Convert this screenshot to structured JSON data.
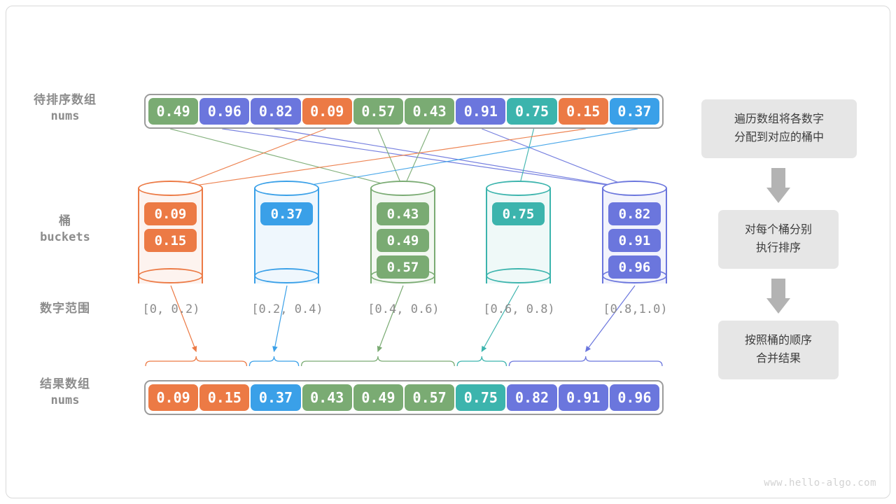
{
  "diagram": {
    "title": "bucket-sort-overview",
    "watermark": "www.hello-algo.com"
  },
  "palette": {
    "orange": "#ec7a45",
    "blue": "#3aa0e8",
    "green": "#7aab73",
    "teal": "#3cb4ad",
    "purple": "#6b76dd",
    "gray_border": "#9b9b9b",
    "label_gray": "#8c8c8c",
    "step_bg": "#e6e6e6",
    "step_text": "#3d3d3d",
    "arrow_gray": "#b3b3b3"
  },
  "labels": {
    "input_cn": "待排序数组",
    "input_mono": "nums",
    "buckets_cn": "桶",
    "buckets_mono": "buckets",
    "range_cn": "数字范围",
    "result_cn": "结果数组",
    "result_mono": "nums"
  },
  "input_array": {
    "values": [
      "0.49",
      "0.96",
      "0.82",
      "0.09",
      "0.57",
      "0.43",
      "0.91",
      "0.75",
      "0.15",
      "0.37"
    ],
    "colors": [
      "green",
      "purple",
      "purple",
      "orange",
      "green",
      "green",
      "purple",
      "teal",
      "orange",
      "blue"
    ]
  },
  "buckets": [
    {
      "range": "[0, 0.2)",
      "color": "orange",
      "values": [
        "0.09",
        "0.15"
      ]
    },
    {
      "range": "[0.2, 0.4)",
      "color": "blue",
      "values": [
        "0.37"
      ]
    },
    {
      "range": "[0.4, 0.6)",
      "color": "green",
      "values": [
        "0.43",
        "0.49",
        "0.57"
      ]
    },
    {
      "range": "[0.6, 0.8)",
      "color": "teal",
      "values": [
        "0.75"
      ]
    },
    {
      "range": "[0.8,1.0)",
      "color": "purple",
      "values": [
        "0.82",
        "0.91",
        "0.96"
      ]
    }
  ],
  "result_array": {
    "values": [
      "0.09",
      "0.15",
      "0.37",
      "0.43",
      "0.49",
      "0.57",
      "0.75",
      "0.82",
      "0.91",
      "0.96"
    ],
    "colors": [
      "orange",
      "orange",
      "blue",
      "green",
      "green",
      "green",
      "teal",
      "purple",
      "purple",
      "purple"
    ]
  },
  "steps": [
    {
      "line1": "遍历数组将各数字",
      "line2": "分配到对应的桶中"
    },
    {
      "line1": "对每个桶分别",
      "line2": "执行排序"
    },
    {
      "line1": "按照桶的顺序",
      "line2": "合并结果"
    }
  ]
}
